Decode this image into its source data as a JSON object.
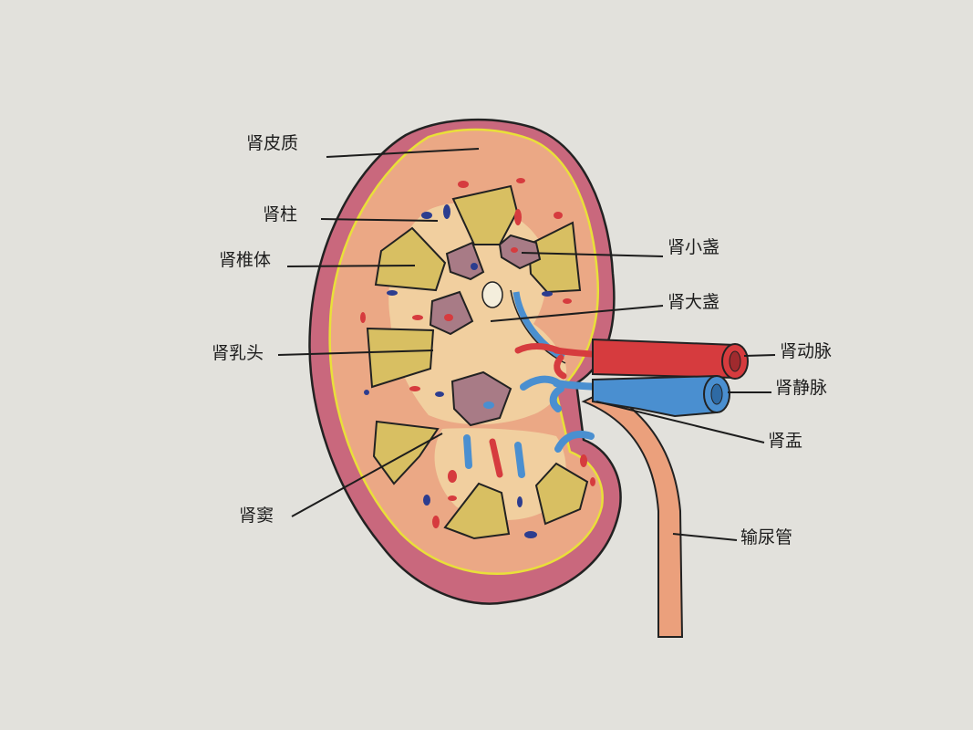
{
  "labels": {
    "renal_cortex": "肾皮质",
    "renal_column": "肾柱",
    "renal_pyramid": "肾椎体",
    "renal_papilla": "肾乳头",
    "renal_sinus": "肾窦",
    "minor_calyx": "肾小盏",
    "major_calyx": "肾大盏",
    "renal_artery": "肾动脉",
    "renal_vein": "肾静脉",
    "renal_pelvis": "肾盂",
    "ureter": "输尿管"
  },
  "colors": {
    "paper": "#e2e1dc",
    "capsule": "#c9687d",
    "cortex": "#eba885",
    "medulla_gap": "#f1cf9f",
    "pyramid": "#d8bf62",
    "calyx": "#a87b86",
    "artery": "#d63b3e",
    "vein": "#4a8fd0",
    "ureter": "#eba07c",
    "yellow_edge": "#e9e039",
    "ink": "#1d1d1d"
  }
}
